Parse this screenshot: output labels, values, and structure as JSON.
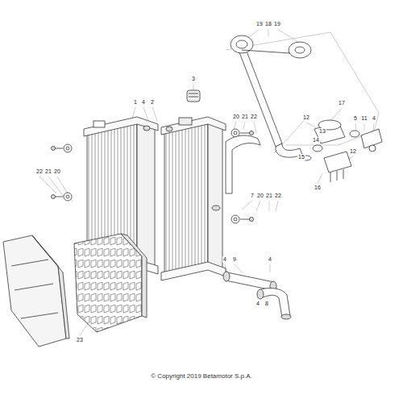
{
  "diagram": {
    "caption": "© Copyright 2019 Betamotor S.p.A.",
    "labels": [
      "19",
      "18",
      "19",
      "3",
      "1",
      "4",
      "2",
      "17",
      "12",
      "5",
      "11",
      "4",
      "20",
      "21",
      "22",
      "13",
      "14",
      "15",
      "12",
      "16",
      "7",
      "20",
      "21",
      "22",
      "22",
      "21",
      "20",
      "4",
      "9",
      "4",
      "4",
      "8",
      "23"
    ]
  }
}
